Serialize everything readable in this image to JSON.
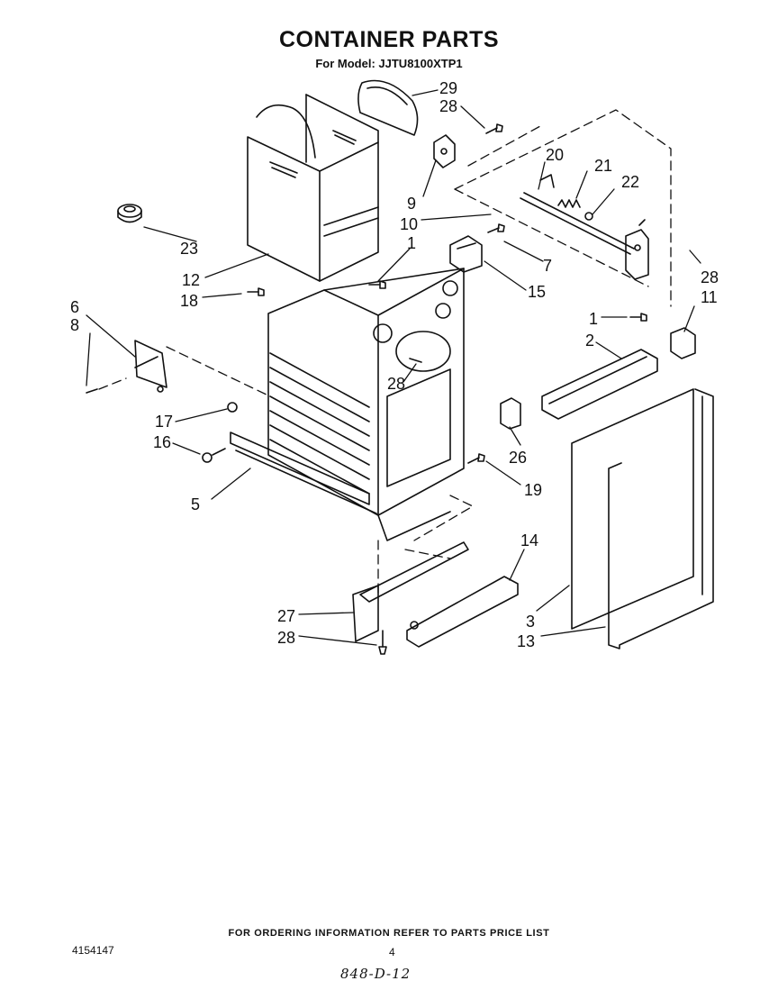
{
  "title": "CONTAINER PARTS",
  "subtitle": "For Model: JJTU8100XTP1",
  "footer_note": "FOR ORDERING INFORMATION REFER TO PARTS PRICE LIST",
  "doc_number": "4154147",
  "page_number": "4",
  "handwritten_code": "848-D-12",
  "callouts": {
    "c1a": "1",
    "c1b": "1",
    "c2": "2",
    "c3": "3",
    "c5": "5",
    "c6": "6",
    "c7": "7",
    "c8": "8",
    "c9": "9",
    "c10": "10",
    "c11": "11",
    "c12": "12",
    "c13": "13",
    "c14": "14",
    "c15": "15",
    "c16": "16",
    "c17": "17",
    "c18": "18",
    "c19": "19",
    "c20": "20",
    "c21": "21",
    "c22": "22",
    "c23": "23",
    "c26": "26",
    "c27": "27",
    "c28a": "28",
    "c28b": "28",
    "c28c": "28",
    "c28d": "28",
    "c29": "29"
  }
}
